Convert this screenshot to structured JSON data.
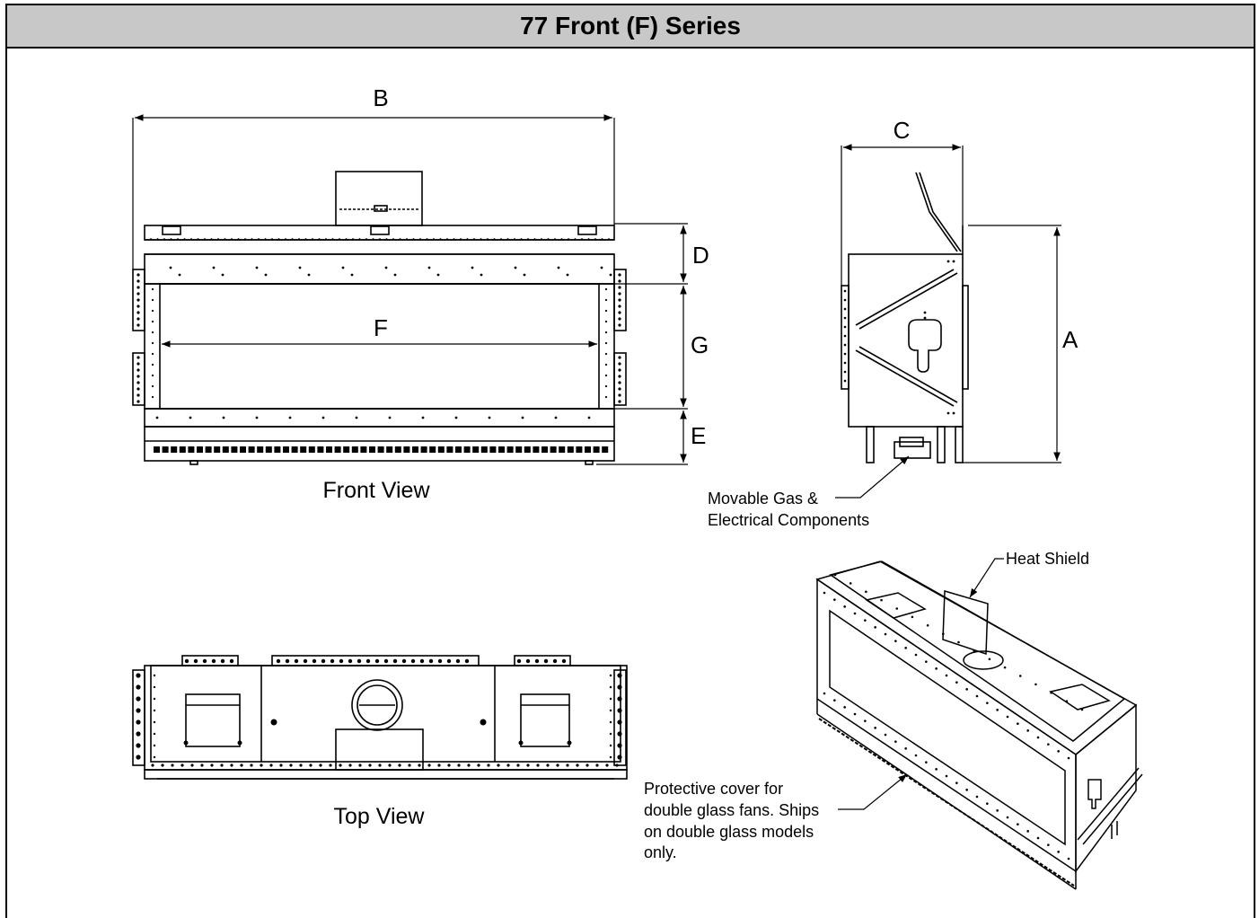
{
  "title": "77 Front (F) Series",
  "views": {
    "front": "Front View",
    "top": "Top View"
  },
  "dimensions": {
    "A": "A",
    "B": "B",
    "C": "C",
    "D": "D",
    "E": "E",
    "F": "F",
    "G": "G"
  },
  "callouts": {
    "gas_line1": "Movable Gas &",
    "gas_line2": "Electrical Components",
    "heat_shield": "Heat Shield",
    "cover_line1": "Protective cover for",
    "cover_line2": "double glass fans. Ships",
    "cover_line3": "on double glass models",
    "cover_line4": "only."
  }
}
